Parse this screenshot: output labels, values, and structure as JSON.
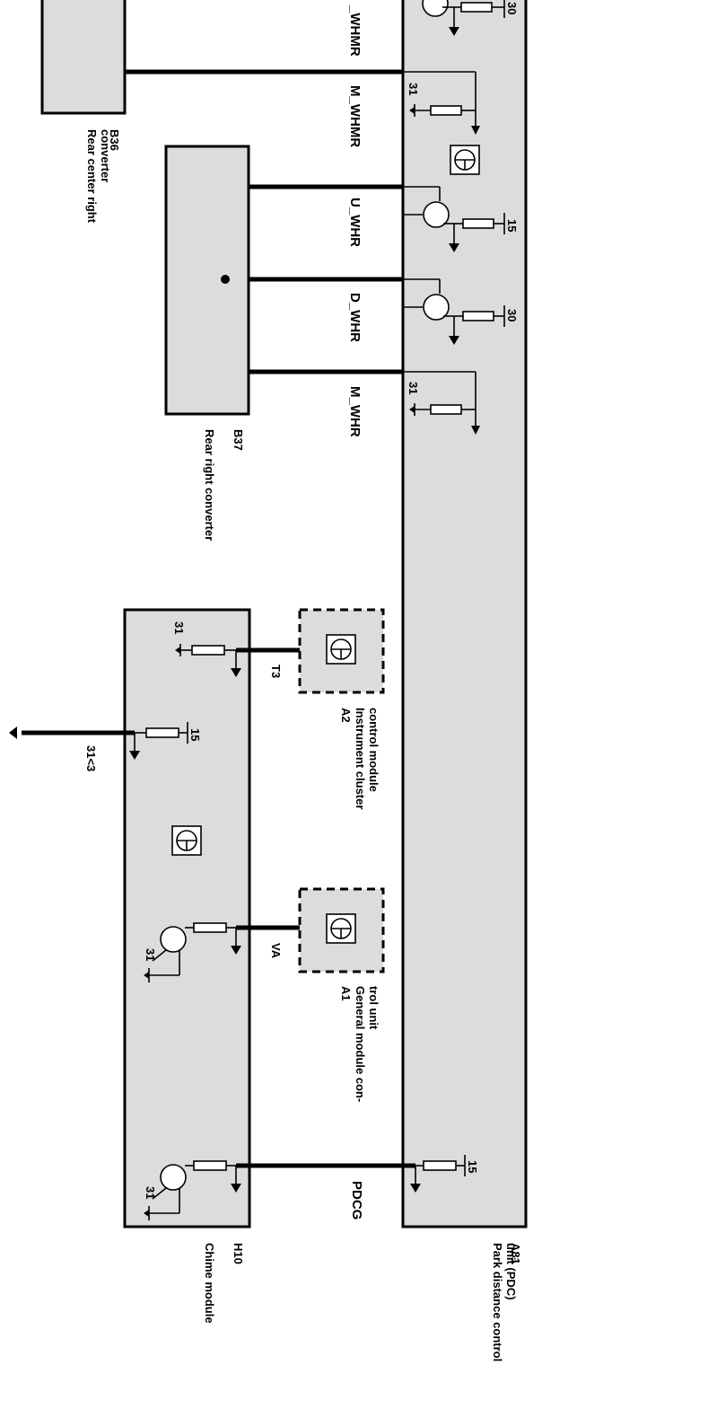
{
  "components": {
    "pdc": {
      "id": "A81",
      "name": "Park distance control unit (PDC)"
    },
    "b36": {
      "id": "B36",
      "name": "Rear center right converter"
    },
    "b37": {
      "id": "B37",
      "name": "Rear right converter"
    },
    "chime": {
      "id": "H10",
      "name": "Chime module"
    },
    "a2": {
      "id": "A2",
      "name": "Instrument cluster control module"
    },
    "a1": {
      "id": "A1",
      "name": "General module con- trol unit"
    }
  },
  "signals": {
    "u_whmr": "_WHMR",
    "m_whmr": "M_WHMR",
    "u_whr": "U_WHR",
    "d_whr": "D_WHR",
    "m_whr": "M_WHR",
    "t3": "T3",
    "va": "VA",
    "pdcg": "PDCG",
    "gnd_ref": "31<3"
  },
  "terminals": {
    "t30": "30",
    "t31": "31",
    "t15": "15"
  }
}
